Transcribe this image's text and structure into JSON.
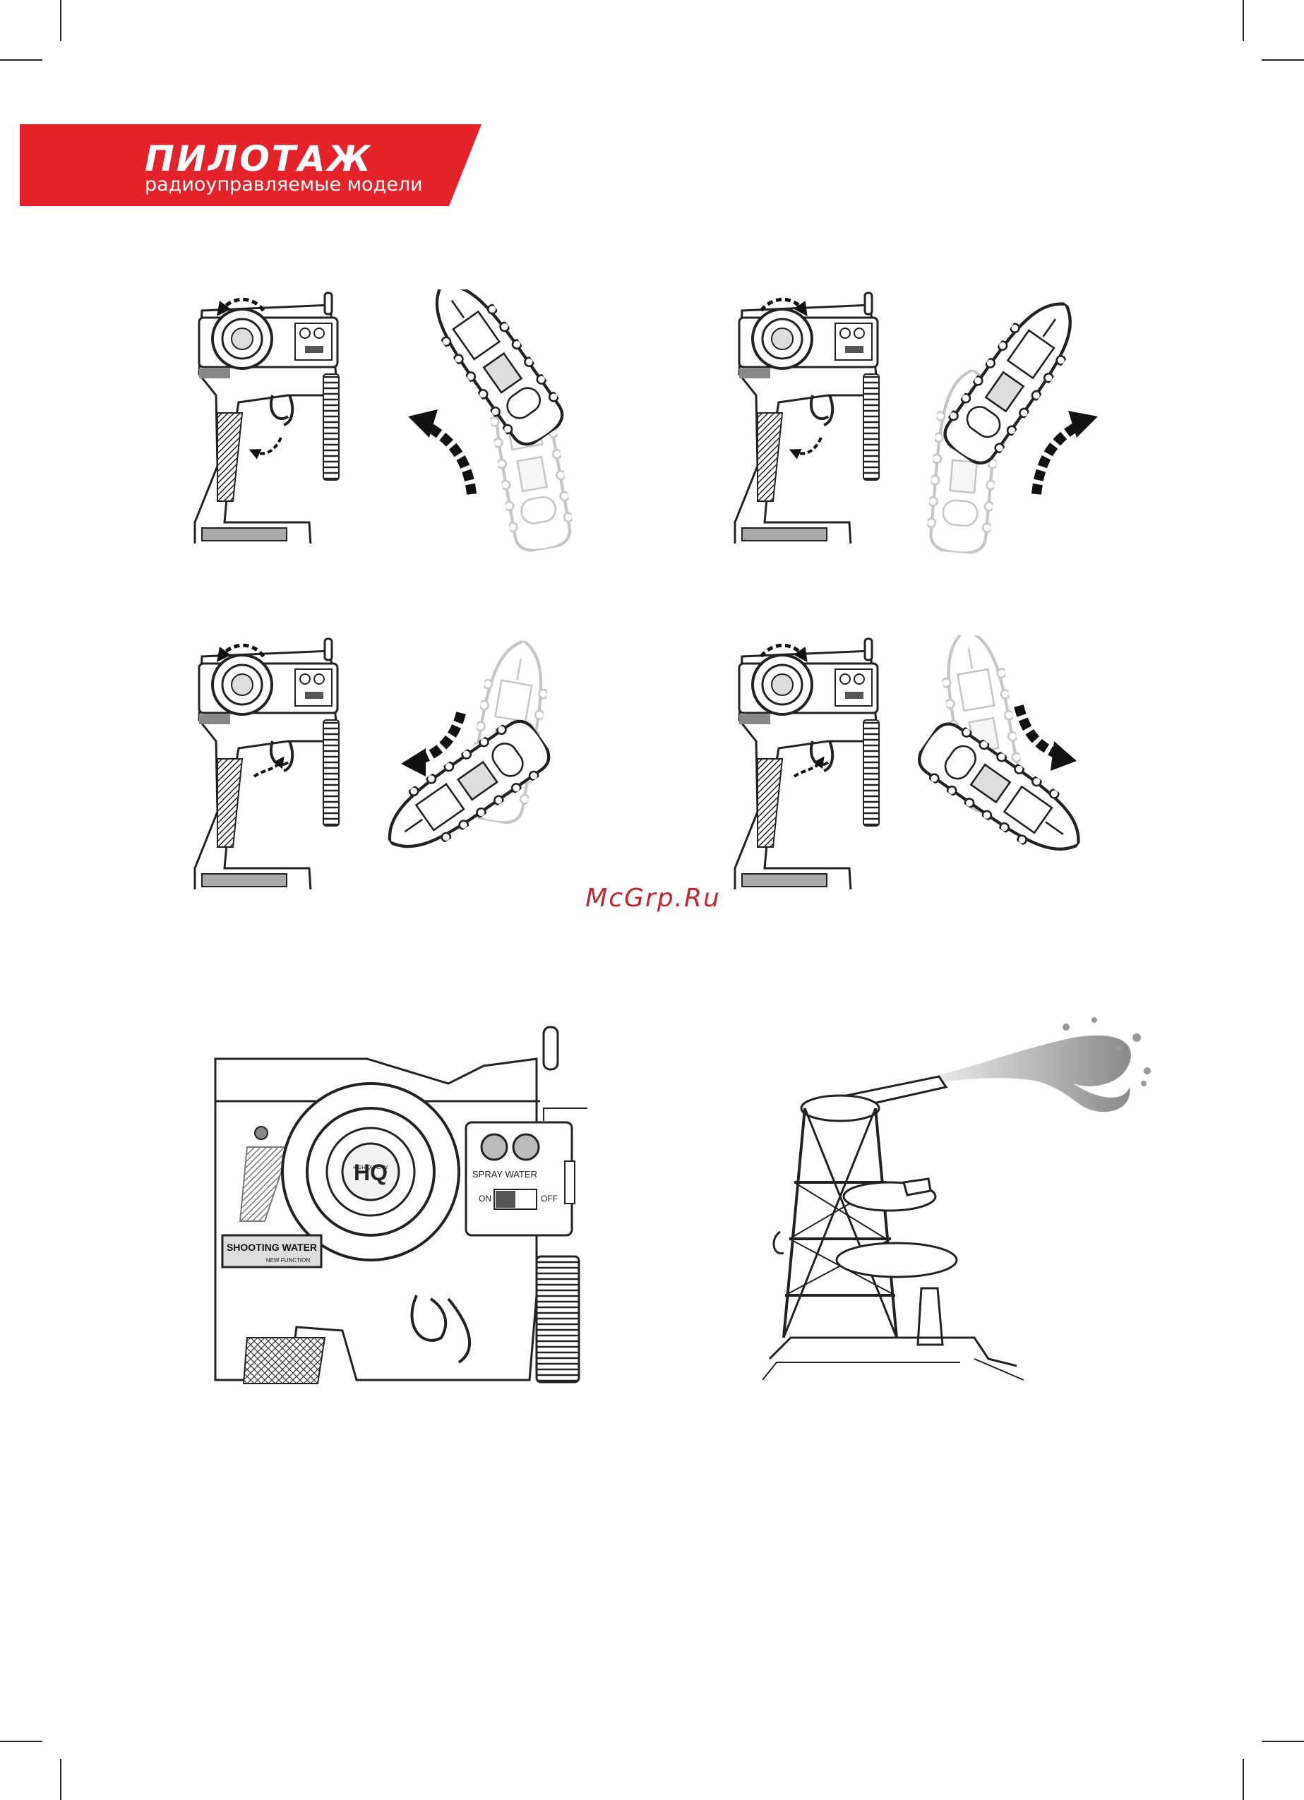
{
  "brand": {
    "name": "ПИЛОТАЖ",
    "tagline": "радиоуправляемые модели",
    "color": "#e42229"
  },
  "watermark": "McGrp.Ru",
  "figures": {
    "maneuvers": [
      {
        "id": "forward-left",
        "wheel_turn": "left",
        "trigger": "pull",
        "boat_motion": "forward-left"
      },
      {
        "id": "forward-right",
        "wheel_turn": "right",
        "trigger": "pull",
        "boat_motion": "forward-right"
      },
      {
        "id": "reverse-left",
        "wheel_turn": "left",
        "trigger": "push",
        "boat_motion": "reverse-left"
      },
      {
        "id": "reverse-right",
        "wheel_turn": "right",
        "trigger": "push",
        "boat_motion": "reverse-right"
      }
    ],
    "controller_detail": {
      "badge_text": "HQ",
      "badge_ring_text": "HIGH QUALITY",
      "label_main": "SHOOTING WATER",
      "label_sub": "NEW FUNCTION",
      "spray_label": "SPRAY WATER",
      "switch_on": "ON",
      "switch_off": "OFF"
    },
    "small_controller": {
      "spray_label": "SPRAY WATER",
      "switch_on": "ON",
      "switch_off": "OFF"
    }
  }
}
